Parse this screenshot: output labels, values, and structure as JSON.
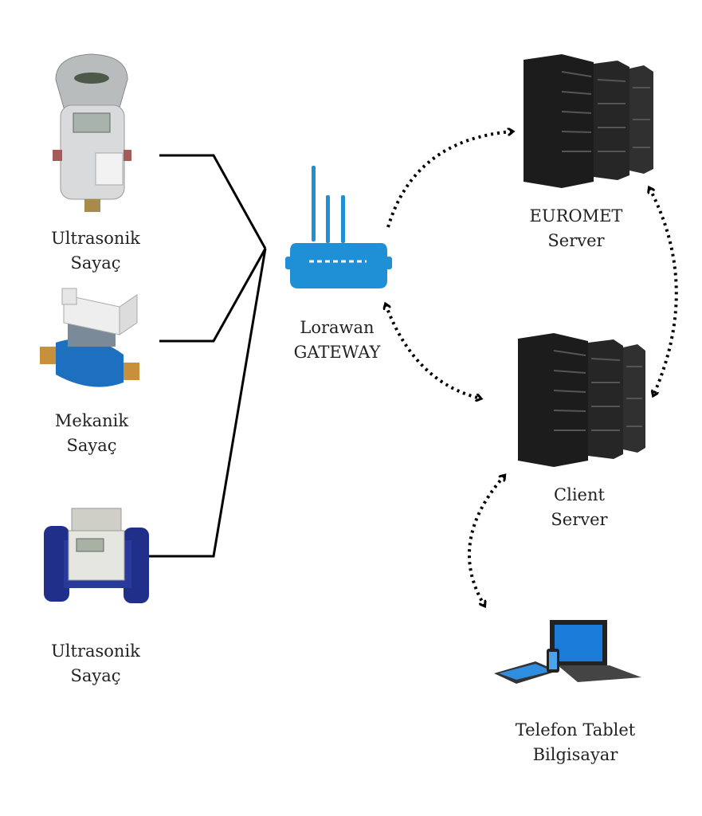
{
  "nodes": {
    "meter_ultrasonic_1": {
      "line1": "Ultrasonik",
      "line2": "Sayaç"
    },
    "meter_mechanical": {
      "line1": "Mekanik",
      "line2": "Sayaç"
    },
    "meter_ultrasonic_2": {
      "line1": "Ultrasonik",
      "line2": "Sayaç"
    },
    "gateway": {
      "line1": "Lorawan",
      "line2": "GATEWAY"
    },
    "euromet_server": {
      "line1": "EUROMET",
      "line2": "Server"
    },
    "client_server": {
      "line1": "Client",
      "line2": "Server"
    },
    "devices": {
      "line1": "Telefon Tablet",
      "line2": "Bilgisayar"
    }
  },
  "colors": {
    "gateway": "#1f8fd6",
    "meter_body": "#cfd2d4",
    "meter_pipe_blue": "#1d6fc0",
    "server": "#1c1c1c",
    "line": "#000000"
  }
}
